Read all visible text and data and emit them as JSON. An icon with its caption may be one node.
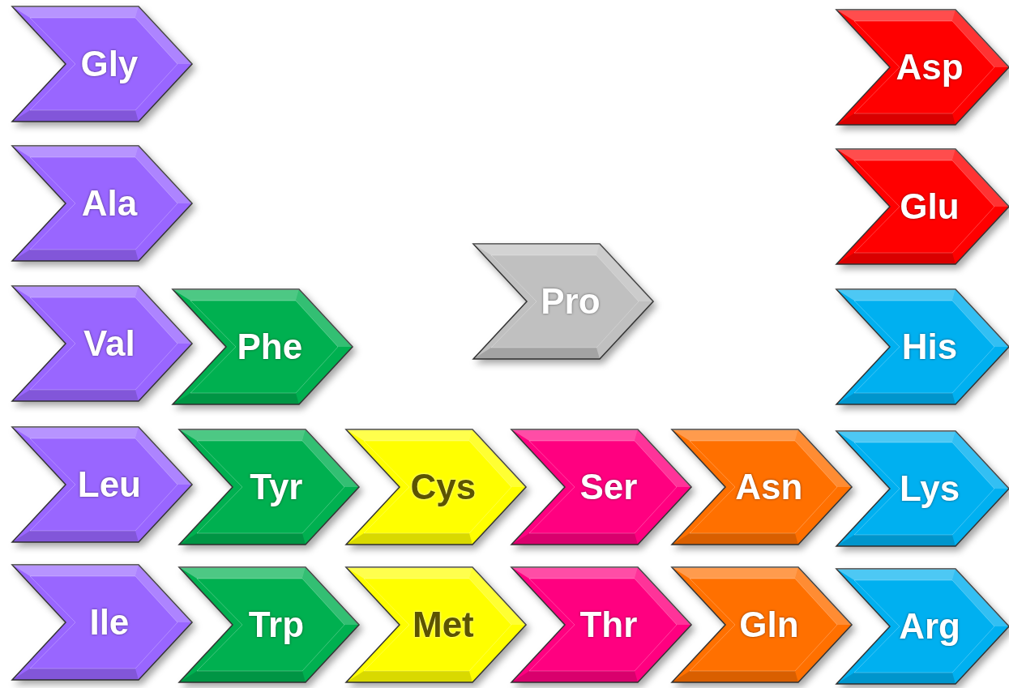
{
  "diagram": {
    "nodes": [
      {
        "text": [
          "Gly"
        ]
      },
      {
        "text": [
          "Asp"
        ]
      },
      {
        "text": [
          "Ala"
        ]
      },
      {
        "text": [
          "Glu"
        ]
      },
      {
        "text": [
          "Pro"
        ]
      },
      {
        "text": [
          "Val"
        ]
      },
      {
        "text": [
          "Phe"
        ]
      },
      {
        "text": [
          "His"
        ]
      },
      {
        "text": [
          "Leu"
        ]
      },
      {
        "text": [
          "Tyr"
        ]
      },
      {
        "text": [
          "Cys"
        ]
      },
      {
        "text": [
          "Ser"
        ]
      },
      {
        "text": [
          "Asn"
        ]
      },
      {
        "text": [
          "Lys"
        ]
      },
      {
        "text": [
          "Ile"
        ]
      },
      {
        "text": [
          "Trp"
        ]
      },
      {
        "text": [
          "Met"
        ]
      },
      {
        "text": [
          "Thr"
        ]
      },
      {
        "text": [
          "Gln"
        ]
      },
      {
        "text": [
          "Arg"
        ]
      }
    ]
  }
}
